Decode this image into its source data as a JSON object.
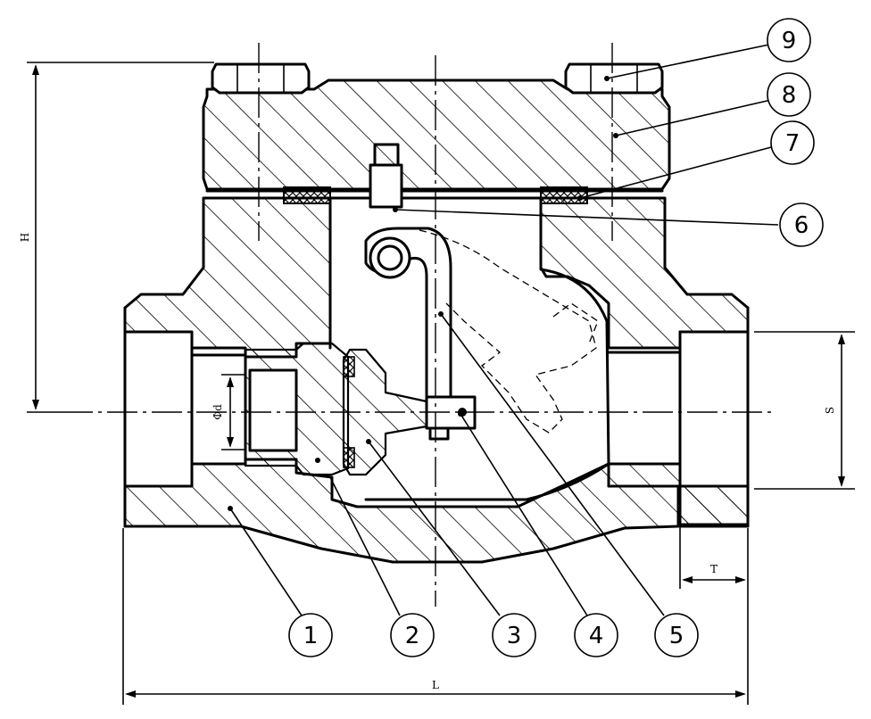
{
  "balloons": [
    {
      "label": "1"
    },
    {
      "label": "2"
    },
    {
      "label": "3"
    },
    {
      "label": "4"
    },
    {
      "label": "5"
    },
    {
      "label": "6"
    },
    {
      "label": "7"
    },
    {
      "label": "8"
    },
    {
      "label": "9"
    }
  ],
  "dimensions": {
    "height": "H",
    "length": "L",
    "socket": "S",
    "thickness": "T",
    "bore": "Φd"
  }
}
